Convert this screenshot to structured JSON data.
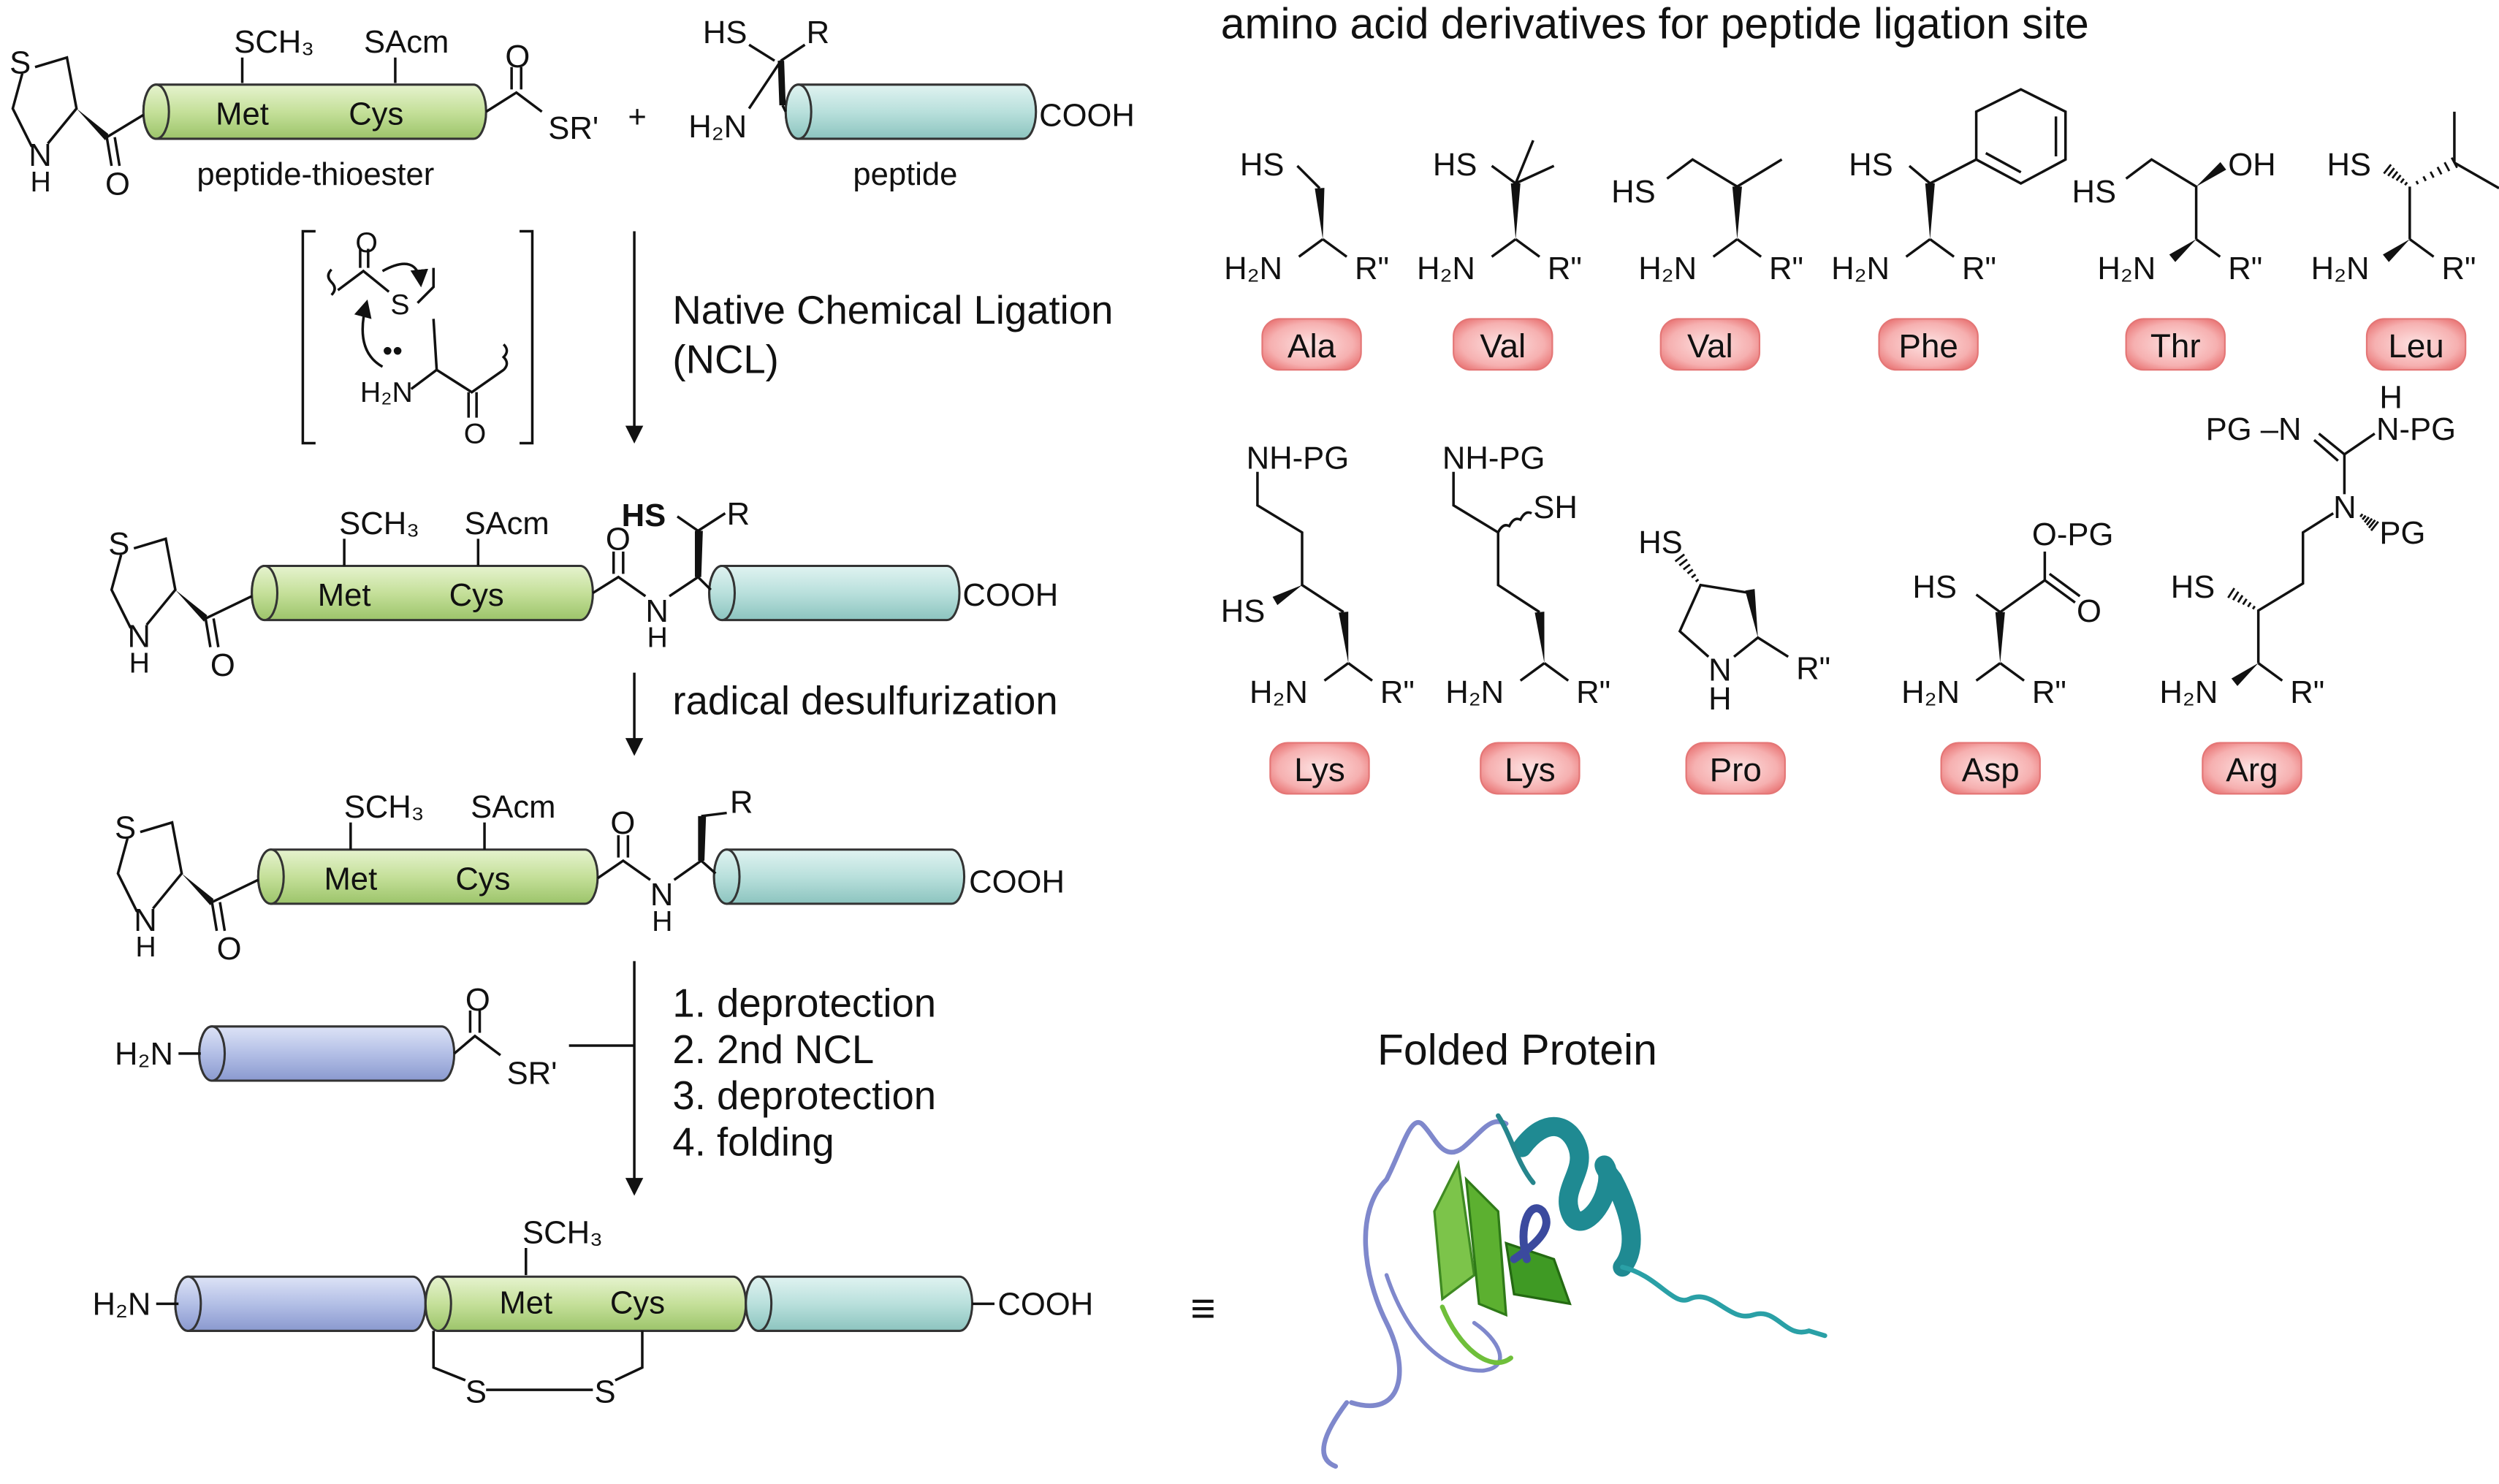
{
  "labels": {
    "hs": "HS",
    "sh": "SH",
    "h2n": "H₂N",
    "r2": "R\"",
    "r": "R",
    "n": "N",
    "h": "H",
    "s": "S",
    "o": "O",
    "oh": "OH",
    "sch3": "SCH₃",
    "sacm": "SAcm",
    "met": "Met",
    "cys": "Cys",
    "sr": "SR'",
    "cooh": "COOH",
    "plus": "+",
    "nhpg": "NH-PG",
    "opg": "O-PG",
    "pg": "PG",
    "pgn": "PG –N",
    "npg": "N-PG",
    "equiv": "≡",
    "hs_bold": "HS",
    "dots": "••"
  },
  "scheme": {
    "peptide_thioester": "peptide-thioester",
    "peptide": "peptide",
    "ncl_line1": "Native Chemical Ligation",
    "ncl_line2": "(NCL)",
    "desulfurization": "radical desulfurization",
    "steps": [
      "1. deprotection",
      "2. 2nd NCL",
      "3. deprotection",
      "4. folding"
    ],
    "folded_title": "Folded Protein"
  },
  "derivatives": {
    "title": "amino acid derivatives for peptide ligation site",
    "row1": [
      "Ala",
      "Val",
      "Val",
      "Phe",
      "Thr",
      "Leu"
    ],
    "row2": [
      "Lys",
      "Lys",
      "Pro",
      "Asp",
      "Arg"
    ]
  },
  "colors": {
    "badge": "#f08a8a",
    "green_peptide": "#c5e09a",
    "cyan_peptide": "#b9e0dc",
    "blue_peptide": "#b3bfe6",
    "protein_blue": "#4a55a8",
    "protein_green": "#5cb030",
    "protein_teal": "#2a9aa0"
  }
}
